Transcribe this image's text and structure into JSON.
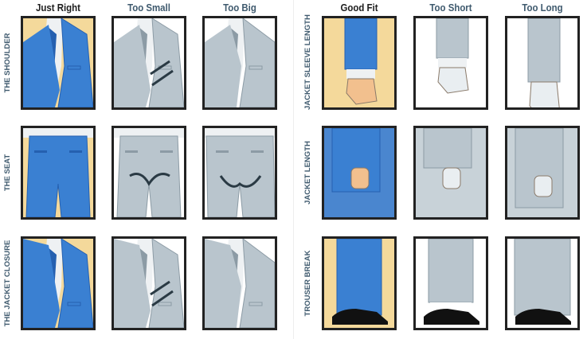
{
  "left": {
    "columns": [
      "Just Right",
      "Too Small",
      "Too Big"
    ],
    "rows": [
      "THE SHOULDER",
      "THE SEAT",
      "THE JACKET CLOSURE"
    ]
  },
  "right": {
    "columns": [
      "Good Fit",
      "Too Short",
      "Too Long"
    ],
    "rows": [
      "JACKET SLEEVE LENGTH",
      "JACKET LENGTH",
      "TROUSER BREAK"
    ]
  },
  "colors": {
    "good_bg": "#f4d99b",
    "good_suit": "#3a80d2",
    "bad_suit": "#b9c5cd",
    "frame": "#222222",
    "label": "#3f5a6e"
  }
}
